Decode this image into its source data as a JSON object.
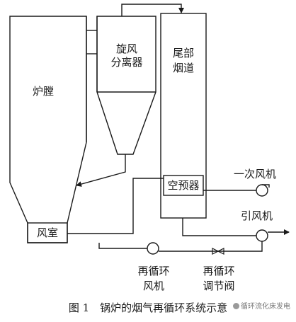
{
  "labels": {
    "furnace": "炉膛",
    "separator_line1": "旋风",
    "separator_line2": "分离器",
    "tail_line1": "尾部",
    "tail_line2": "烟道",
    "air_preheater": "空预器",
    "wind_box": "风室",
    "primary_fan": "一次风机",
    "induced_fan": "引风机",
    "recirc_fan_line1": "再循环",
    "recirc_fan_line2": "风机",
    "recirc_valve_line1": "再循环",
    "recirc_valve_line2": "调节阀"
  },
  "caption": "图 1　锅炉的烟气再循环系统示意",
  "watermark": "循环流化床发电",
  "colors": {
    "line": "#1a1a1a",
    "background": "#ffffff"
  }
}
